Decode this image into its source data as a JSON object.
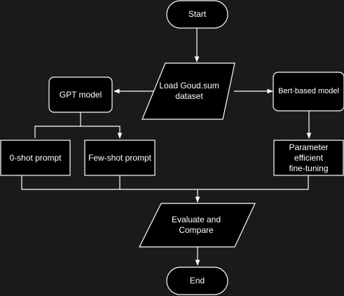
{
  "diagram": {
    "colors": {
      "background": "#1a1a1a",
      "stroke": "#ffffff",
      "node_fill": "#000000",
      "text": "#ffffff"
    },
    "nodes": {
      "start": "Start",
      "load": "Load Goud.sum\ndataset",
      "gpt": "GPT model",
      "bert": "Bert-based model",
      "zero_shot": "0-shot prompt",
      "few_shot": "Few-shot prompt",
      "peft": "Parameter\nefficient\nfine-tuning",
      "evaluate": "Evaluate and\nCompare",
      "end": "End"
    }
  }
}
